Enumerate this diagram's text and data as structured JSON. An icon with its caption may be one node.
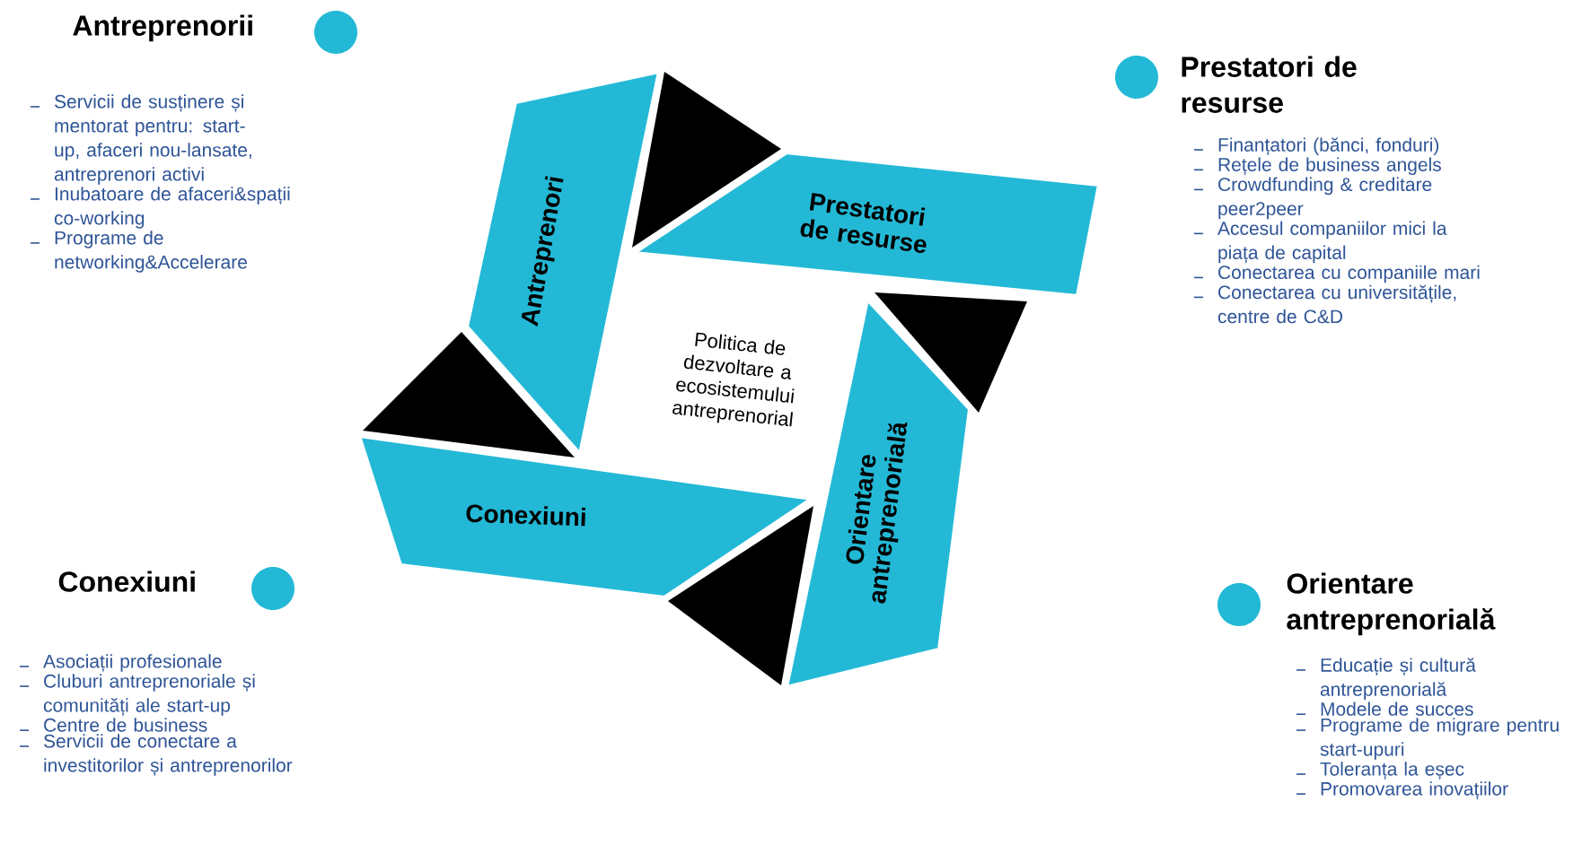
{
  "diagram": {
    "nodes": [
      {
        "text": [
          "Antreprenori"
        ]
      },
      {
        "text": [
          "Prestatori de resurse"
        ]
      },
      {
        "text": [
          "Orientare antreprenorială"
        ]
      },
      {
        "text": [
          "Conexiuni"
        ]
      }
    ],
    "labels": [
      "Politica de dezvoltare a ecosistemului antreprenorial",
      "Antreprenorii",
      "Servicii de susținere și mentorat pentru: start-up, afaceri nou-lansate, antreprenori activi",
      "Inubatoare de afaceri&spații co-working",
      "Programe de networking&Accelerare",
      "Prestatori de resurse",
      "Finanțatori (bănci, fonduri)",
      "Rețele de business angels",
      "Crowdfunding & creditare peer2peer",
      "Accesul companiilor mici la piața de capital",
      "Conectarea cu companiile mari",
      "Conectarea cu universitățile, centre de C&D",
      "Conexiuni",
      "Asociații profesionale",
      "Cluburi antreprenoriale și comunități ale start-up",
      "Centre de business",
      "Servicii de conectare a investitorilor și antreprenorilor",
      "Orientare antreprenorială",
      "Educație și cultură antreprenorială",
      "Modele de succes",
      "Programe de migrare pentru start-upuri",
      "Toleranța  la eșec",
      "Promovarea inovațiilor"
    ]
  }
}
